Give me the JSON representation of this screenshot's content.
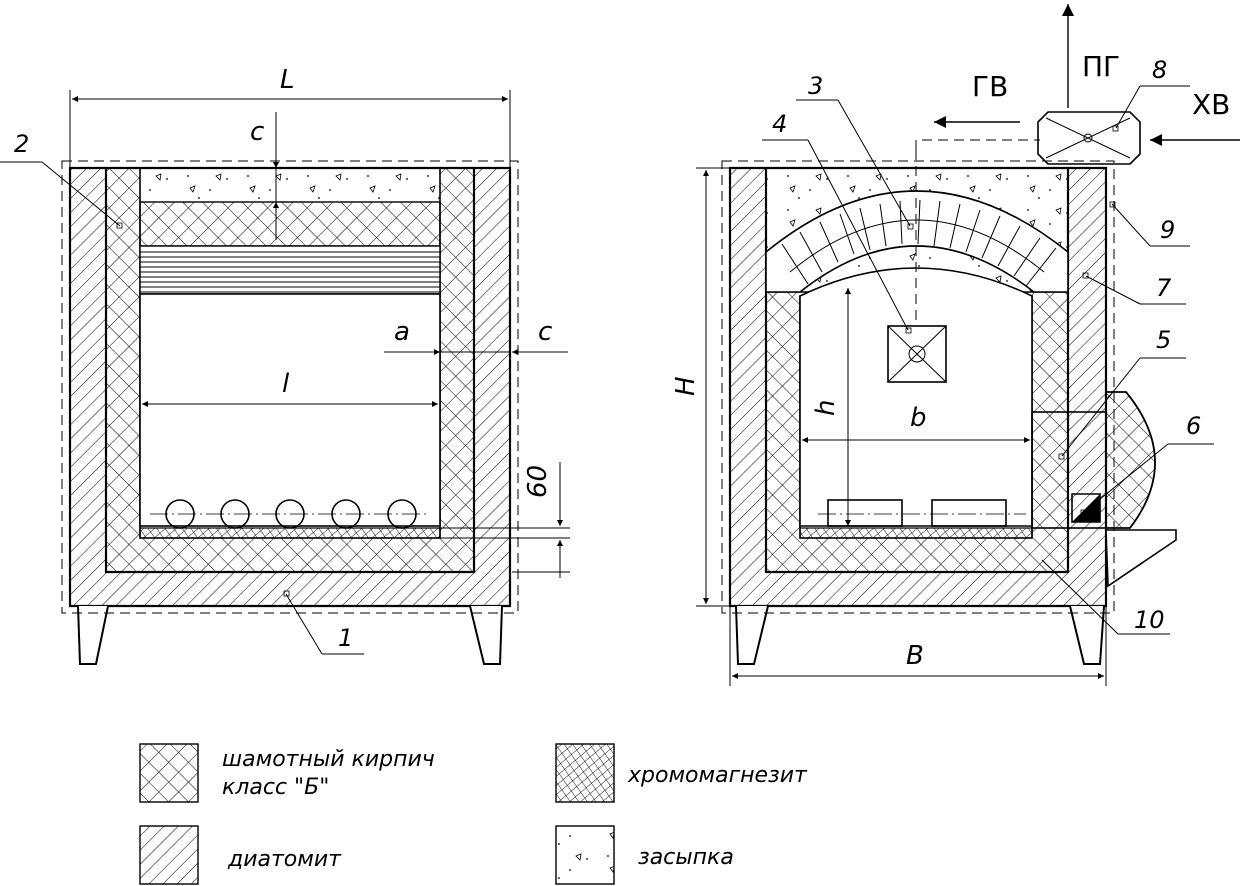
{
  "left_view": {
    "dim_L": "L",
    "dim_c_top": "c",
    "dim_a": "a",
    "dim_c_side": "c",
    "dim_l": "l",
    "dim_60": "60",
    "callout_1": "1",
    "callout_2": "2"
  },
  "right_view": {
    "dim_H": "H",
    "dim_h": "h",
    "dim_b": "b",
    "dim_B": "B",
    "flow_gv": "ГВ",
    "flow_pg": "ПГ",
    "flow_hv": "ХВ",
    "callout_3": "3",
    "callout_4": "4",
    "callout_5": "5",
    "callout_6": "6",
    "callout_7": "7",
    "callout_8": "8",
    "callout_9": "9",
    "callout_10": "10"
  },
  "legend": {
    "fireclay_line1": "шамотный кирпич",
    "fireclay_line2": "класс \"Б\"",
    "chrome_magnesite": "хромомагнезит",
    "diatomite": "диатомит",
    "backfill": "засыпка"
  }
}
